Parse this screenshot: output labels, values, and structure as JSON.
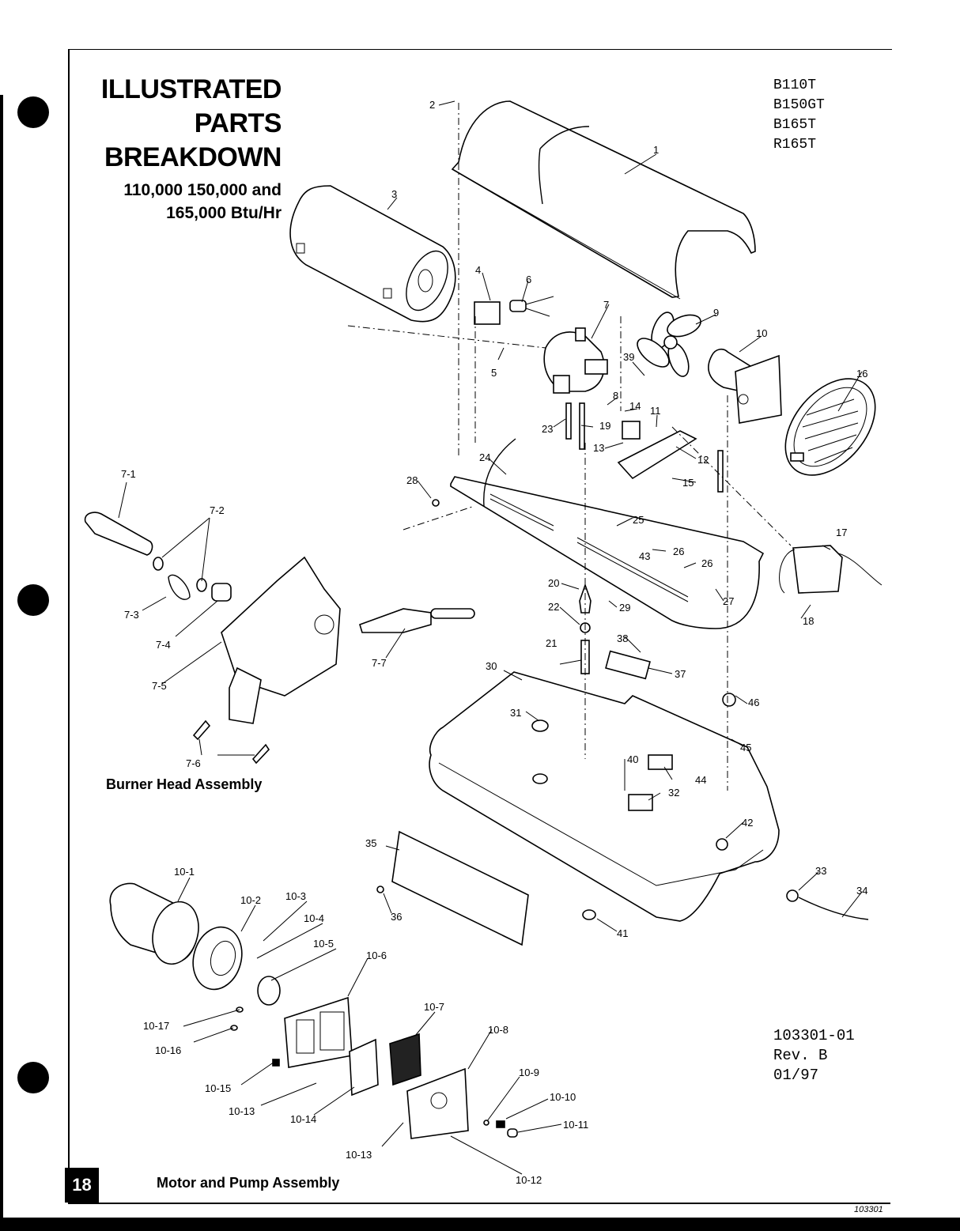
{
  "document": {
    "title_lines": [
      "ILLUSTRATED",
      "PARTS",
      "BREAKDOWN"
    ],
    "subtitle_lines": [
      "110,000 150,000 and",
      "165,000 Btu/Hr"
    ],
    "models": [
      "B110T",
      "B150GT",
      "B165T",
      "R165T"
    ],
    "doc_number": "103301-01",
    "revision": "Rev. B",
    "date": "01/97",
    "page_number": "18",
    "footer_code": "103301"
  },
  "sections": {
    "burner_head": "Burner Head Assembly",
    "motor_pump": "Motor and Pump Assembly"
  },
  "callouts": {
    "main": [
      "1",
      "2",
      "3",
      "4",
      "5",
      "6",
      "7",
      "8",
      "9",
      "10",
      "11",
      "12",
      "13",
      "14",
      "15",
      "16",
      "17",
      "18",
      "19",
      "20",
      "21",
      "22",
      "23",
      "24",
      "25",
      "26",
      "26",
      "27",
      "28",
      "29",
      "30",
      "31",
      "32",
      "33",
      "34",
      "35",
      "36",
      "37",
      "38",
      "39",
      "40",
      "41",
      "42",
      "43",
      "44",
      "45",
      "46"
    ],
    "burner": [
      "7-1",
      "7-2",
      "7-3",
      "7-4",
      "7-5",
      "7-6",
      "7-7"
    ],
    "pump": [
      "10-1",
      "10-2",
      "10-3",
      "10-4",
      "10-5",
      "10-6",
      "10-7",
      "10-8",
      "10-9",
      "10-10",
      "10-11",
      "10-12",
      "10-13",
      "10-13",
      "10-14",
      "10-15",
      "10-16",
      "10-17"
    ]
  },
  "icons": {
    "binder_holes": 3
  }
}
